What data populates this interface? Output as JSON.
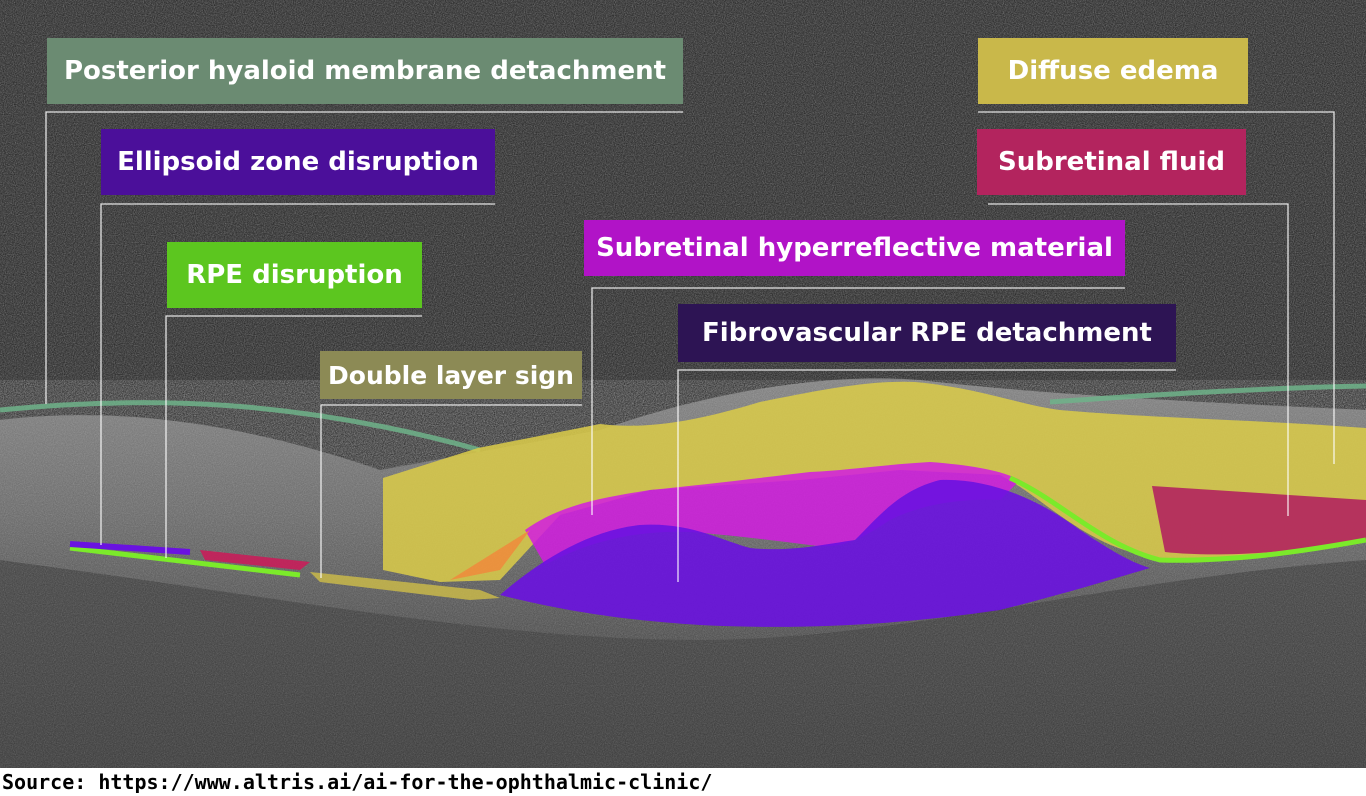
{
  "labels": {
    "posterior_hyaloid": {
      "text": "Posterior hyaloid membrane detachment",
      "color": "#6b8b72"
    },
    "ellipsoid_zone": {
      "text": "Ellipsoid zone disruption",
      "color": "#4b0f9a"
    },
    "rpe_disruption": {
      "text": "RPE disruption",
      "color": "#5cc61f"
    },
    "double_layer": {
      "text": "Double layer sign",
      "color": "#8c8a55"
    },
    "shrm": {
      "text": "Subretinal hyperreflective material",
      "color": "#b113c7"
    },
    "fibrovascular": {
      "text": "Fibrovascular RPE detachment",
      "color": "#2d1454"
    },
    "diffuse_edema": {
      "text": "Diffuse edema",
      "color": "#c9b84a"
    },
    "subretinal_fluid": {
      "text": "Subretinal fluid",
      "color": "#b3245e"
    }
  },
  "source": "Source: https://www.altris.ai/ai-for-the-ophthalmic-clinic/"
}
